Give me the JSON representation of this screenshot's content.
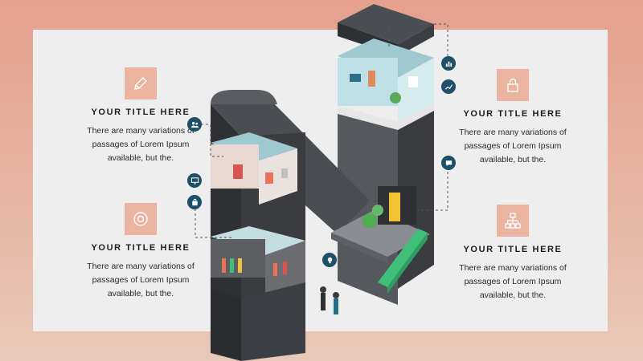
{
  "cards": [
    {
      "title": "YOUR TITLE HERE",
      "body": "There are many variations of passages of Lorem Ipsum available, but the.",
      "icon": "pencil-icon"
    },
    {
      "title": "YOUR TITLE HERE",
      "body": "There are many variations of passages of Lorem Ipsum available, but the.",
      "icon": "lifebuoy-icon"
    },
    {
      "title": "YOUR TITLE HERE",
      "body": "There are many variations of passages of Lorem Ipsum available, but the.",
      "icon": "lock-icon"
    },
    {
      "title": "YOUR TITLE HERE",
      "body": "There are many variations of passages of Lorem Ipsum available, but the.",
      "icon": "org-chart-icon"
    }
  ],
  "colors": {
    "background_top": "#e6a08e",
    "panel": "#eeeeee",
    "accent_badge": "#eab4a0",
    "dot": "#1f4f66",
    "building_dark": "#3a3c40",
    "building_mid": "#55585d",
    "glass": "#bfe0e6",
    "stairs": "#3fbf7a"
  },
  "dot_icons": [
    "users-icon",
    "monitor-icon",
    "bag-icon",
    "bar-chart-icon",
    "line-chart-icon",
    "chat-icon",
    "lightbulb-icon"
  ]
}
